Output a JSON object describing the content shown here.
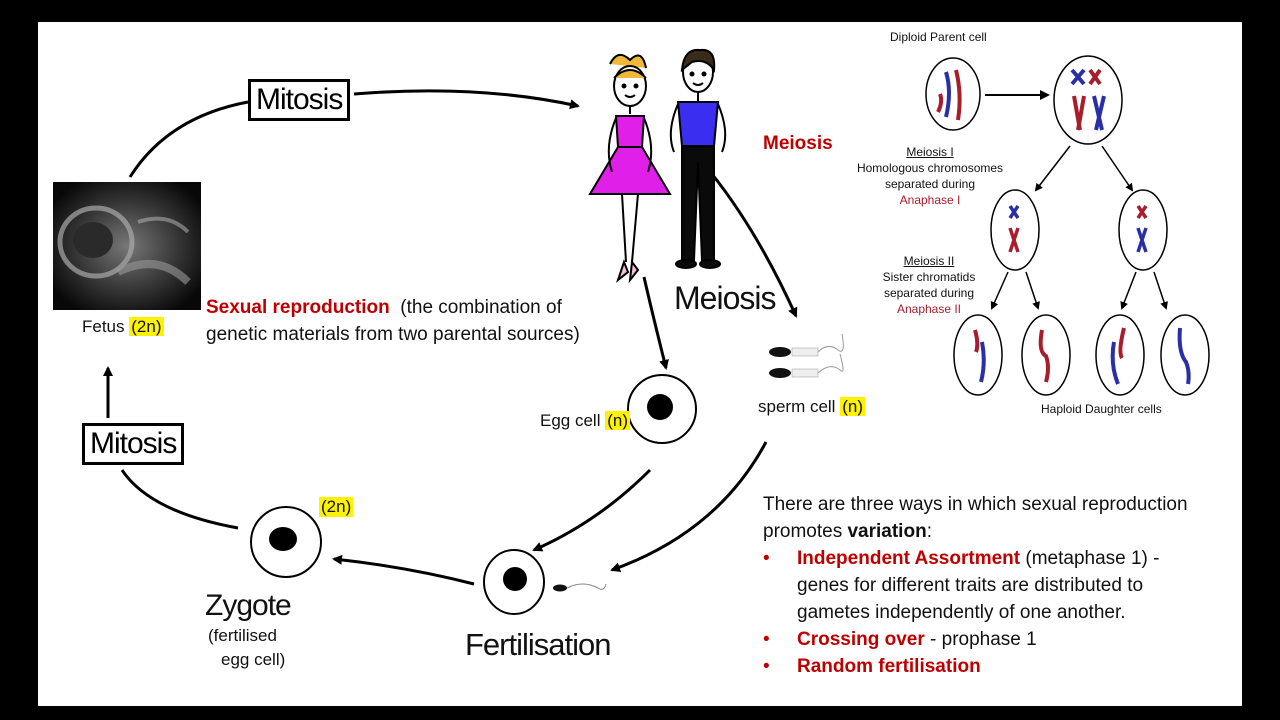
{
  "cycle": {
    "mitosis_top": "Mitosis",
    "mitosis_left": "Mitosis",
    "fetus_label": "Fetus",
    "fetus_ploidy": "(2n)",
    "meiosis_big": "Meiosis",
    "egg_label": "Egg cell",
    "egg_ploidy": "(n)",
    "sperm_label": "sperm cell",
    "sperm_ploidy": "(n)",
    "zygote_ploidy": "(2n)",
    "zygote_label": "Zygote",
    "zygote_sub1": "(fertilised",
    "zygote_sub2": "egg cell)",
    "fertilisation_label": "Fertilisation"
  },
  "definition": {
    "term": "Sexual reproduction",
    "line1": "(the combination of",
    "line2": "genetic materials from two parental sources)"
  },
  "meiosis_panel": {
    "meiosis_red": "Meiosis",
    "parent_label": "Diploid Parent cell",
    "stage1_title": "Meiosis I",
    "stage1_line1": "Homologous chromosomes",
    "stage1_line2": "separated during",
    "stage1_phase": "Anaphase I",
    "stage2_title": "Meiosis II",
    "stage2_line1": "Sister chromatids",
    "stage2_line2": "separated during",
    "stage2_phase": "Anaphase II",
    "daughters_label": "Haploid Daughter cells"
  },
  "variation": {
    "intro1": "There are three ways in which sexual reproduction",
    "intro2_a": "promotes ",
    "intro2_bold": "variation",
    "intro2_b": ":",
    "p1_term": "Independent Assortment",
    "p1_rest": " (metaphase 1) -",
    "p1_line2": "genes for different traits are distributed to",
    "p1_line3": "gametes independently of one another.",
    "p2_term": "Crossing over",
    "p2_rest": " - prophase 1",
    "p3_term": "Random fertilisation"
  },
  "colors": {
    "accent_red": "#c00000",
    "highlight": "#fff200",
    "chromosome_red": "#a81c2c",
    "chromosome_blue": "#2a2fa8",
    "dress": "#e020e8",
    "shirt": "#3a2ff0"
  }
}
